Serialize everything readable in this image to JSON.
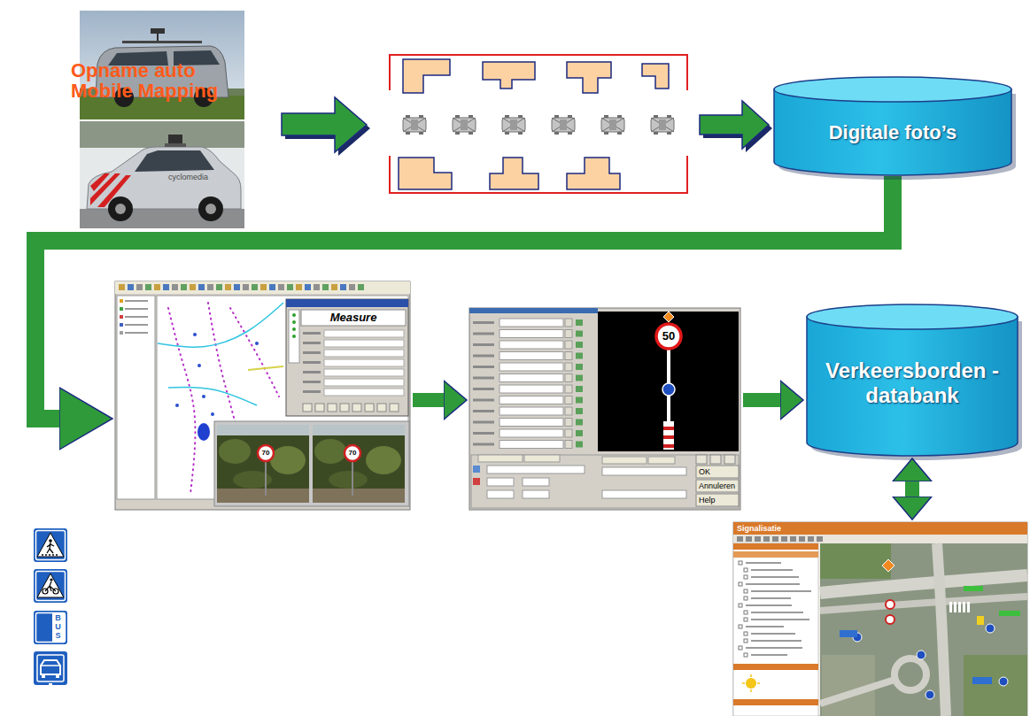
{
  "diagram": {
    "nodes": [
      {
        "text": [
          "Opname auto Mobile Mapping"
        ]
      },
      {
        "text": [
          "Digitale foto’s"
        ]
      },
      {
        "text": [
          "Measure"
        ]
      },
      {
        "text": [
          "OK",
          "Annuleren",
          "Help"
        ]
      },
      {
        "text": [
          "Verkeersborden -databank"
        ]
      },
      {
        "text": [
          "Signalisatie"
        ]
      }
    ],
    "edges": [
      {
        "from": 1,
        "to": 2,
        "arrow": "to"
      },
      {
        "from": 2,
        "to": 3,
        "arrow": "to"
      },
      {
        "from": 3,
        "to": 4,
        "arrow": "to"
      },
      {
        "from": 4,
        "to": 5,
        "arrow": "both"
      }
    ],
    "labels": [
      "cyclomedia",
      "70",
      "70",
      "50",
      "BUS"
    ]
  }
}
